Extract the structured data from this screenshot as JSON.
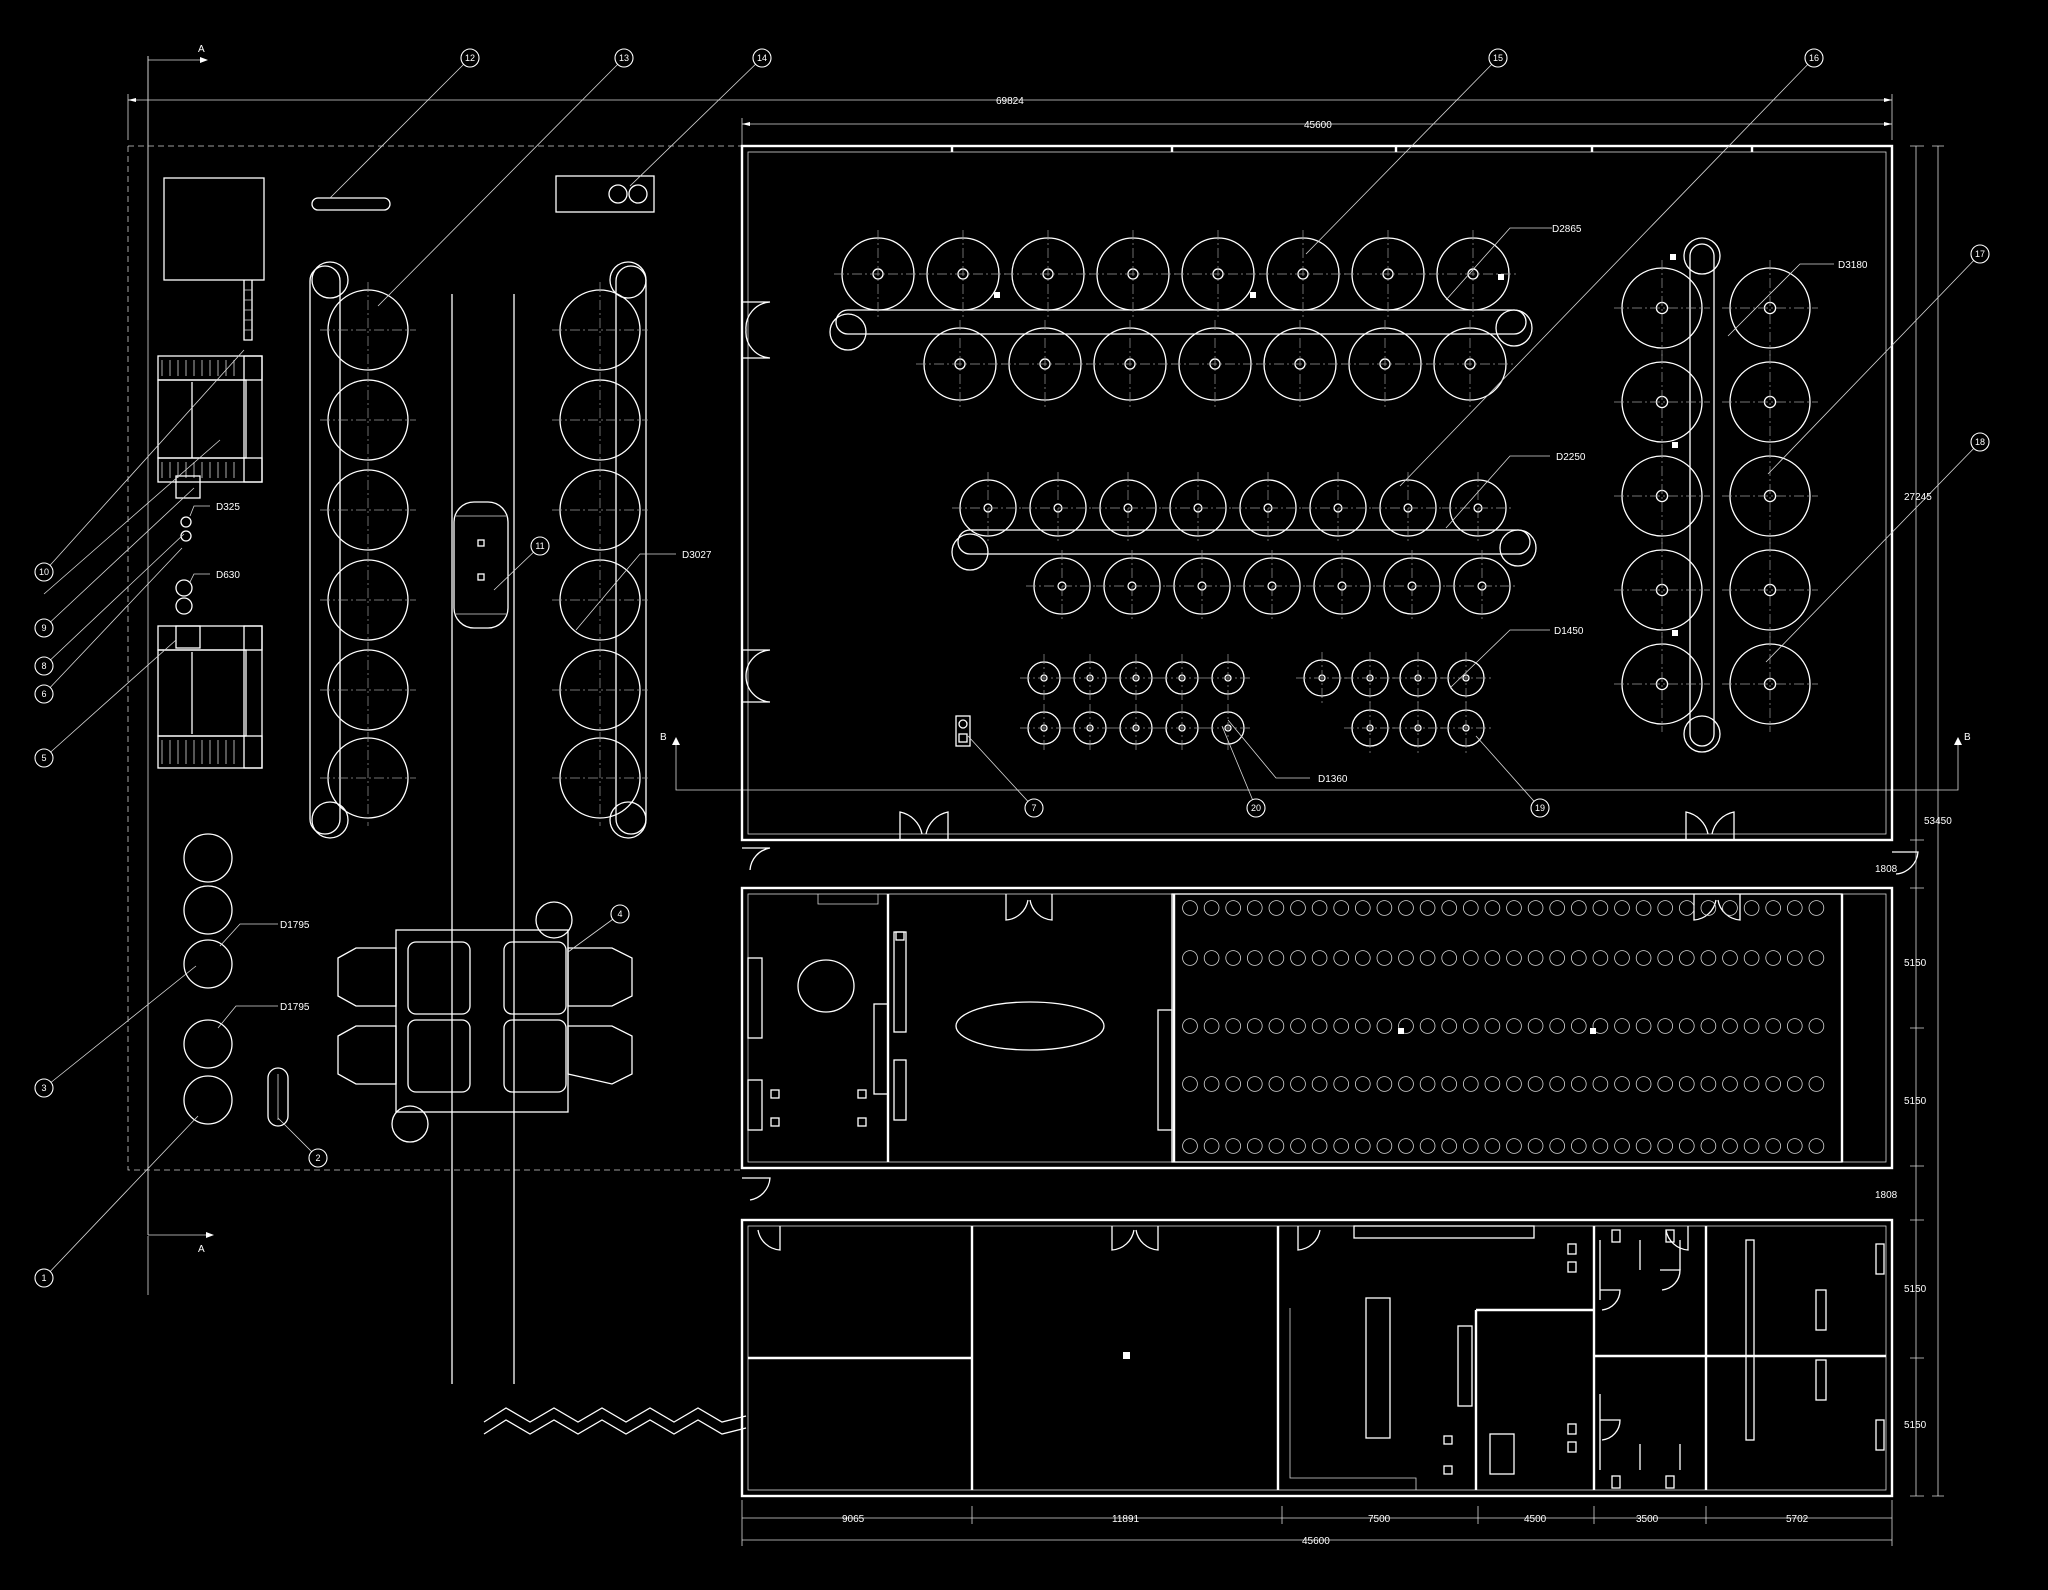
{
  "section_marks": {
    "a_top": "A",
    "a_bottom": "A",
    "b_left": "B",
    "b_right": "B"
  },
  "dimensions": {
    "overall_width": "69824",
    "main_hall_width": "45600",
    "main_hall_depth": "27245",
    "total_depth": "53450",
    "gap_1": "1808",
    "gap_2": "1808",
    "bay_1": "5150",
    "bay_2": "5150",
    "bay_3": "5150",
    "bay_4": "5150",
    "bottom_1": "9065",
    "bottom_2": "11891",
    "bottom_3": "7500",
    "bottom_4": "4500",
    "bottom_5": "3500",
    "bottom_6": "5702",
    "bottom_total": "45600"
  },
  "tank_labels": {
    "d325": "D325",
    "d630": "D630",
    "d1795_a": "D1795",
    "d1795_b": "D1795",
    "d3027": "D3027",
    "d2865": "D2865",
    "d3180": "D3180",
    "d2250": "D2250",
    "d1450": "D1450",
    "d1360": "D1360"
  },
  "callouts": {
    "c1": "1",
    "c2": "2",
    "c3": "3",
    "c4": "4",
    "c5": "5",
    "c6": "6",
    "c7": "7",
    "c8": "8",
    "c9": "9",
    "c10": "10",
    "c11": "11",
    "c12": "12",
    "c13": "13",
    "c14": "14",
    "c15": "15",
    "c16": "16",
    "c17": "17",
    "c18": "18",
    "c19": "19",
    "c20": "20"
  }
}
